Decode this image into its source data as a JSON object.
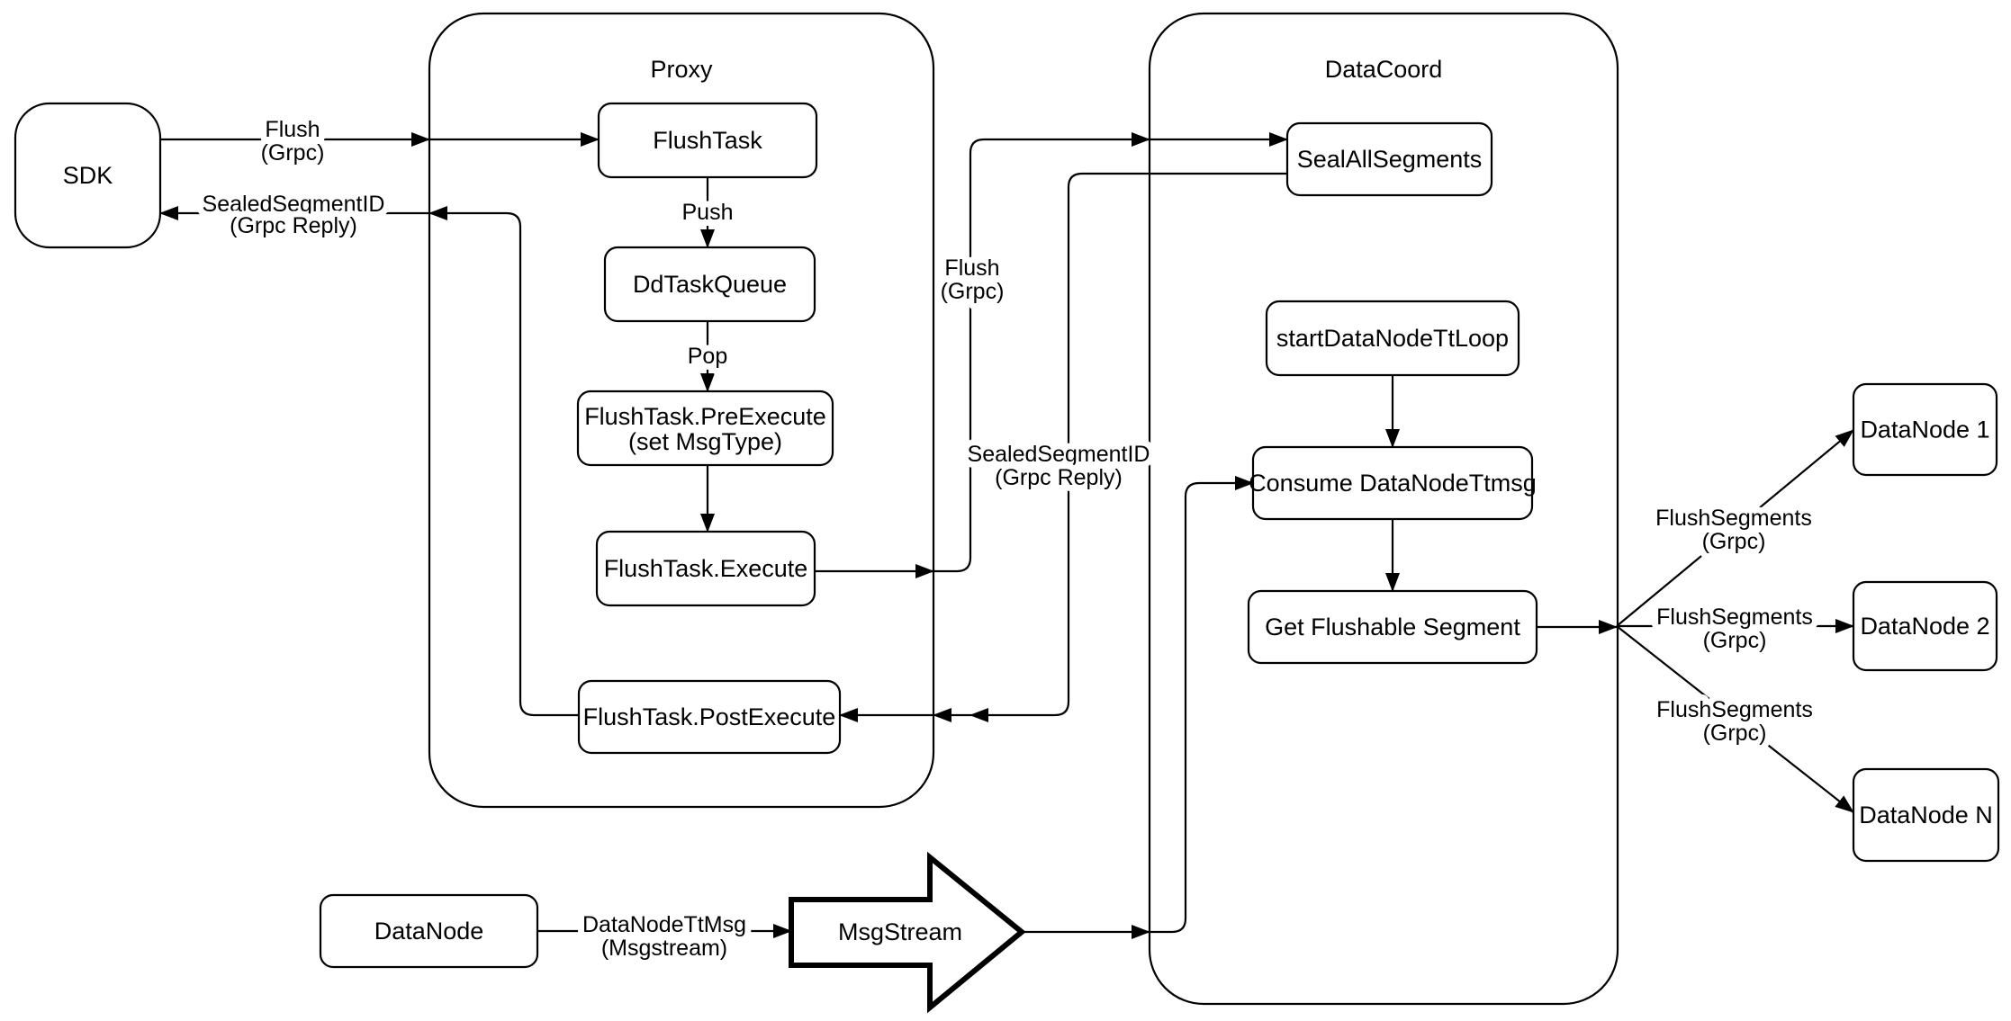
{
  "page": {
    "background": "#ffffff"
  },
  "colors": {
    "stroke": "#000000",
    "text": "#000000",
    "node_fill": "#ffffff"
  },
  "diagram": {
    "containers": [
      {
        "id": "proxy",
        "title": "Proxy"
      },
      {
        "id": "datacoord",
        "title": "DataCoord"
      }
    ],
    "nodes": [
      {
        "id": "sdk",
        "lines": [
          "SDK"
        ]
      },
      {
        "id": "flush-task",
        "lines": [
          "FlushTask"
        ]
      },
      {
        "id": "dd-task-queue",
        "lines": [
          "DdTaskQueue"
        ]
      },
      {
        "id": "flush-task-pre-execute",
        "lines": [
          "FlushTask.PreExecute",
          "(set MsgType)"
        ]
      },
      {
        "id": "flush-task-execute",
        "lines": [
          "FlushTask.Execute"
        ]
      },
      {
        "id": "flush-task-post-execute",
        "lines": [
          "FlushTask.PostExecute"
        ]
      },
      {
        "id": "seal-all-segments",
        "lines": [
          "SealAllSegments"
        ]
      },
      {
        "id": "start-data-node-tt-loop",
        "lines": [
          "startDataNodeTtLoop"
        ]
      },
      {
        "id": "consume-data-node-ttmsg",
        "lines": [
          "Consume DataNodeTtmsg"
        ]
      },
      {
        "id": "get-flushable-segment",
        "lines": [
          "Get Flushable Segment"
        ]
      },
      {
        "id": "data-node-1",
        "lines": [
          "DataNode 1"
        ]
      },
      {
        "id": "data-node-2",
        "lines": [
          "DataNode 2"
        ]
      },
      {
        "id": "data-node-n",
        "lines": [
          "DataNode N"
        ]
      },
      {
        "id": "data-node",
        "lines": [
          "DataNode"
        ]
      }
    ],
    "msgstream": {
      "label": "MsgStream"
    },
    "edge_labels": [
      {
        "id": "flush-grpc-sdk",
        "lines": [
          "Flush",
          "(Grpc)"
        ]
      },
      {
        "id": "sealed-segment-id-sdk",
        "lines": [
          "SealedSegmentID",
          "(Grpc Reply)"
        ]
      },
      {
        "id": "push",
        "lines": [
          "Push"
        ]
      },
      {
        "id": "pop",
        "lines": [
          "Pop"
        ]
      },
      {
        "id": "flush-grpc-mid",
        "lines": [
          "Flush",
          "(Grpc)"
        ]
      },
      {
        "id": "sealed-segment-id-mid",
        "lines": [
          "SealedSegmentID",
          "(Grpc Reply)"
        ]
      },
      {
        "id": "flush-segments-1",
        "lines": [
          "FlushSegments",
          "(Grpc)"
        ]
      },
      {
        "id": "flush-segments-2",
        "lines": [
          "FlushSegments",
          "(Grpc)"
        ]
      },
      {
        "id": "flush-segments-3",
        "lines": [
          "FlushSegments",
          "(Grpc)"
        ]
      },
      {
        "id": "data-node-tt-msg",
        "lines": [
          "DataNodeTtMsg",
          "(Msgstream)"
        ]
      }
    ]
  }
}
